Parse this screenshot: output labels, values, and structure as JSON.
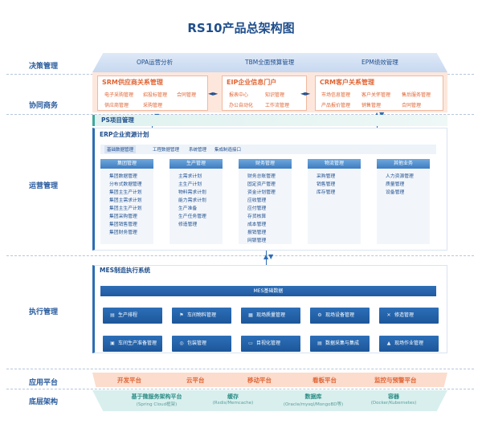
{
  "title": "RS10产品总架构图",
  "layers": {
    "decision": "决策管理",
    "collab": "协同商务",
    "ops": "运营管理",
    "exec": "执行管理",
    "app": "应用平台",
    "base": "底层架构"
  },
  "decision_items": [
    "OPA运营分析",
    "TBM全面预算管理",
    "EPM绩效管理"
  ],
  "srm": {
    "title": "SRM供应商关系管理",
    "row1": [
      "电子采购管理",
      "招投标管理",
      "合同管理"
    ],
    "row2": [
      "供应商管理",
      "采购管理"
    ]
  },
  "eip": {
    "title": "EIP企业信息门户",
    "row1": [
      "报表中心",
      "知识管理"
    ],
    "row2": [
      "办公自动化",
      "工作流管理"
    ]
  },
  "crm": {
    "title": "CRM客户关系管理",
    "row1": [
      "市场信息管理",
      "客户关怀管理",
      "售后服务管理"
    ],
    "row2": [
      "产品报价管理",
      "销售管理",
      "合同管理"
    ]
  },
  "arrows": {
    "harrow": "◄►",
    "vboth": "▲▼"
  },
  "ps": "PS项目管理",
  "erp": {
    "title": "ERP企业资源计划",
    "tabs": [
      "基础数据管理",
      "工程数据管理",
      "系统管理",
      "集成制造接口"
    ],
    "columns": [
      {
        "head": "集团管理",
        "items": [
          "集团数据管理",
          "分布式数据管理",
          "集团主生产计划",
          "集团主需求计划",
          "集团主生产计划",
          "集团采购管理",
          "集团销售管理",
          "集团财务管理"
        ]
      },
      {
        "head": "生产管理",
        "items": [
          "主需求计划",
          "主生产计划",
          "物料需求计划",
          "能力需求计划",
          "生产准备",
          "生产任务管理",
          "修造管理"
        ]
      },
      {
        "head": "财务管理",
        "items": [
          "财务总账管理",
          "固定资产管理",
          "资金计划管理",
          "应收管理",
          "应付管理",
          "存货核算",
          "成本管理",
          "报销管理",
          "网银管理"
        ]
      },
      {
        "head": "物流管理",
        "items": [
          "采购管理",
          "销售管理",
          "库存管理"
        ]
      },
      {
        "head": "其他业务",
        "items": [
          "人力资源管理",
          "质量管理",
          "设备管理"
        ]
      }
    ]
  },
  "mes": {
    "title": "MES制造执行系统",
    "base": "MES基础数据",
    "row1": [
      {
        "label": "生产排程",
        "icon": "calendar-icon",
        "glyph": "▤"
      },
      {
        "label": "车间物料管理",
        "icon": "forklift-icon",
        "glyph": "⚑"
      },
      {
        "label": "现场质量管理",
        "icon": "quality-icon",
        "glyph": "▦"
      },
      {
        "label": "现场设备管理",
        "icon": "equipment-icon",
        "glyph": "⚙"
      },
      {
        "label": "修造管理",
        "icon": "wrench-icon",
        "glyph": "✕"
      }
    ],
    "row2": [
      {
        "label": "车间生产准备管理",
        "icon": "clipboard-icon",
        "glyph": "▣"
      },
      {
        "label": "包装管理",
        "icon": "package-icon",
        "glyph": "◎"
      },
      {
        "label": "目视化管理",
        "icon": "monitor-icon",
        "glyph": "▭"
      },
      {
        "label": "数据采集与集成",
        "icon": "data-icon",
        "glyph": "▤"
      },
      {
        "label": "现场作业管理",
        "icon": "worker-icon",
        "glyph": "▲"
      }
    ]
  },
  "app_items": [
    "开发平台",
    "云平台",
    "移动平台",
    "看板平台",
    "监控与预警平台"
  ],
  "base_items": [
    {
      "title": "基于微服务架构平台",
      "sub": "(Spring Cloud框架)"
    },
    {
      "title": "缓存",
      "sub": "(Rsdis/Memcache)"
    },
    {
      "title": "数据库",
      "sub": "(Oracle/mysql/MongoBD等)"
    },
    {
      "title": "容器",
      "sub": "(Docker/Kubernetes)"
    }
  ],
  "colors": {
    "primary": "#1f4e8c",
    "accent": "#e06535",
    "teal": "#2b8c84"
  }
}
